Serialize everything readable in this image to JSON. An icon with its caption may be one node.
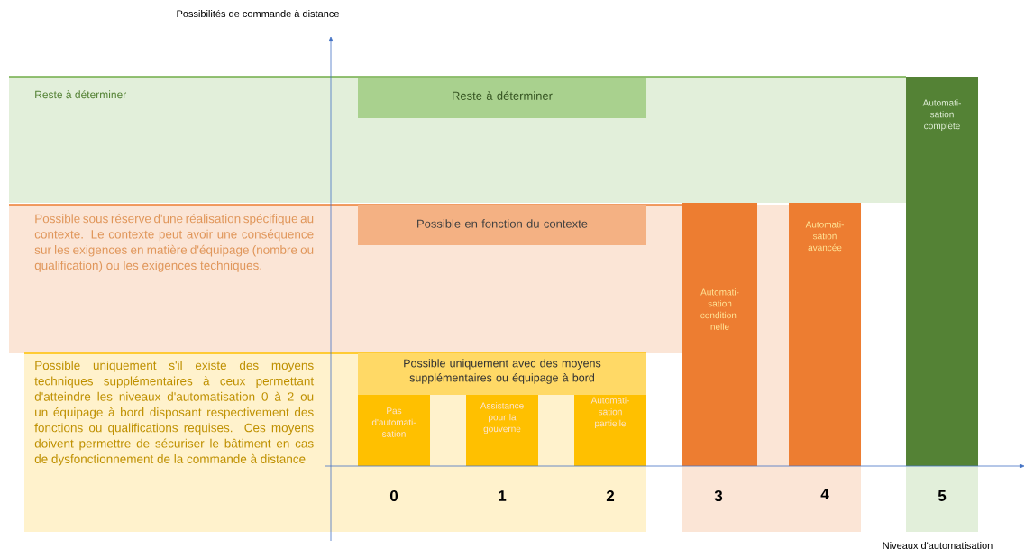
{
  "diagram": {
    "nodes": [
      {
        "text": [
          "Reste à déterminer"
        ]
      },
      {
        "text": [
          "Reste à déterminer"
        ],
        "in": 0
      },
      {
        "text": [
          "Possible sous réserve d'une réalisation spécifique au contexte. Le contexte peut avoir une conséquence sur les exigences en matière d'équipage (nombre ou qualification) ou les exigences techniques."
        ]
      },
      {
        "text": [
          "Possible en fonction du contexte"
        ],
        "in": 2
      },
      {
        "text": [
          "Possible uniquement s'il existe des moyens techniques supplémentaires à ceux permettant d'atteindre les niveaux d'automatisation 0 à 2 ou un équipage à bord disposant respectivement des fonctions ou qualifications requises. Ces moyens doivent permettre de sécuriser le bâtiment en cas de dysfonctionnement de la commande à distance"
        ]
      },
      {
        "text": [
          "Possible uniquement avec des moyens supplémentaires ou équipage à bord"
        ],
        "in": 4
      },
      {
        "text": [
          "Pas d'automati- sation"
        ],
        "in": 4
      },
      {
        "text": [
          "Assistance pour la gouverne"
        ],
        "in": 4
      },
      {
        "text": [
          "Automati- sation partielle"
        ],
        "in": 4
      },
      {
        "text": [
          "Automati- sation condition- nelle"
        ]
      },
      {
        "text": [
          "Automati- sation avancée"
        ]
      },
      {
        "text": [
          "Automati- sation complète"
        ]
      }
    ],
    "labels": [
      "Possibilités de commande à distance",
      "0",
      "1",
      "2",
      "3",
      "4",
      "5",
      "Niveaux d'automatisation"
    ]
  }
}
